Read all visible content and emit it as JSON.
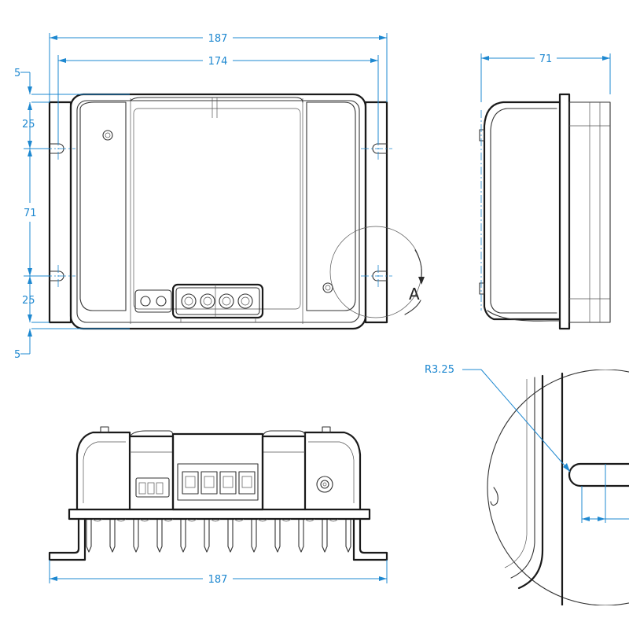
{
  "dimensions": {
    "front_total_width": "187",
    "front_hole_spacing": "174",
    "left_offset_top": "5",
    "left_edge_top": "25",
    "left_hole_pitch": "71",
    "left_edge_bottom": "25",
    "left_offset_bottom": "5",
    "side_depth": "71",
    "bottom_total_width": "187",
    "detail_radius": "R3.25"
  },
  "labels": {
    "detail_callout": "A"
  },
  "colors": {
    "dimension": "#1e88d0",
    "outline": "#1a1a1a"
  }
}
